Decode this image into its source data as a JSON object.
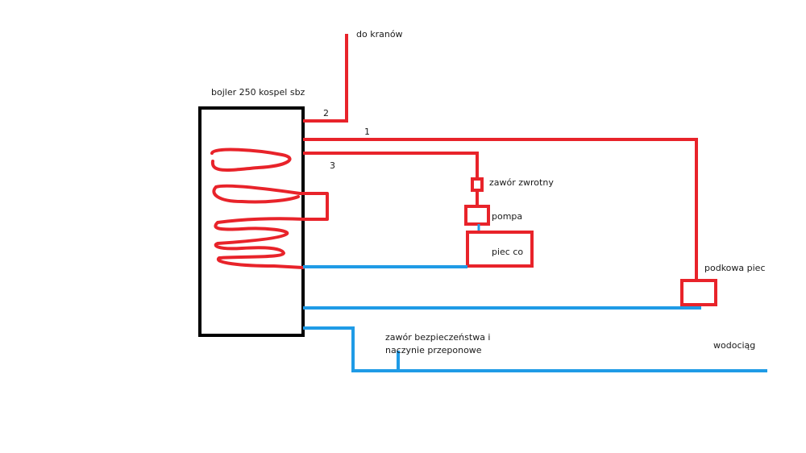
{
  "labels": {
    "boiler": "bojler 250 kospel sbz",
    "taps": "do kranów",
    "num_1": "1",
    "num_2": "2",
    "num_3": "3",
    "check_valve": "zawór zwrotny",
    "pump": "pompa",
    "furnace": "piec co",
    "horseshoe_stove": "podkowa piec",
    "safety_valve_line1": "zawór bezpieczeństwa i",
    "safety_valve_line2": "naczynie przeponowe",
    "water_supply": "wodociąg"
  },
  "colors": {
    "hot_pipe": "#e8232a",
    "cold_pipe": "#1f9be6",
    "tank_outline": "#000000",
    "text": "#1a1a1a"
  }
}
